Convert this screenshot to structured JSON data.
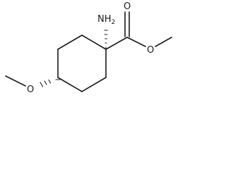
{
  "molecule": {
    "atoms": {
      "amine": {
        "symbol": "NH",
        "subscript": "2"
      },
      "carbonyl_oxygen": {
        "symbol": "O"
      },
      "ester_oxygen": {
        "symbol": "O"
      },
      "methoxy_oxygen": {
        "symbol": "O"
      }
    }
  }
}
